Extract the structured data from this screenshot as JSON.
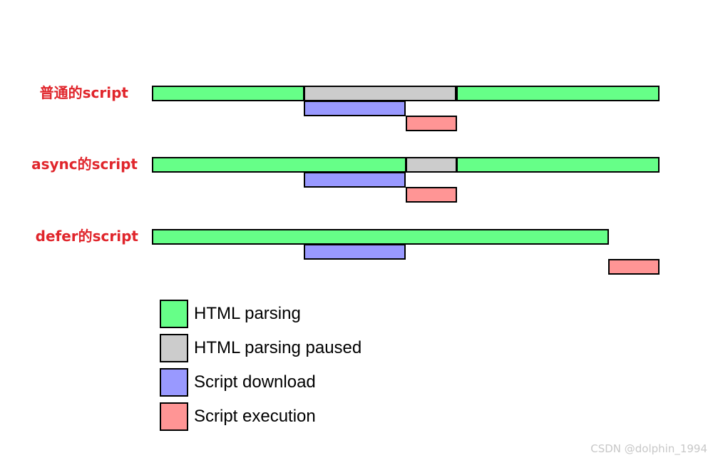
{
  "colors": {
    "parsing": "#66ff88",
    "paused": "#cccccc",
    "download": "#9999ff",
    "execution": "#ff9595",
    "label": "#e0252b"
  },
  "rows": [
    {
      "label": "普通的script",
      "segments": [
        {
          "kind": "parsing",
          "from": 0,
          "to": 3
        },
        {
          "kind": "paused",
          "from": 3,
          "to": 6
        },
        {
          "kind": "parsing",
          "from": 6,
          "to": 10
        },
        {
          "kind": "download",
          "from": 3,
          "to": 5
        },
        {
          "kind": "execution",
          "from": 5,
          "to": 6
        }
      ]
    },
    {
      "label": "async的script",
      "segments": [
        {
          "kind": "parsing",
          "from": 0,
          "to": 5
        },
        {
          "kind": "paused",
          "from": 5,
          "to": 6
        },
        {
          "kind": "parsing",
          "from": 6,
          "to": 10
        },
        {
          "kind": "download",
          "from": 3,
          "to": 5
        },
        {
          "kind": "execution",
          "from": 5,
          "to": 6
        }
      ]
    },
    {
      "label": "defer的script",
      "segments": [
        {
          "kind": "parsing",
          "from": 0,
          "to": 9
        },
        {
          "kind": "download",
          "from": 3,
          "to": 5
        },
        {
          "kind": "execution",
          "from": 9,
          "to": 10
        }
      ]
    }
  ],
  "legend": [
    {
      "kind": "parsing",
      "label": "HTML parsing"
    },
    {
      "kind": "paused",
      "label": "HTML parsing paused"
    },
    {
      "kind": "download",
      "label": "Script download"
    },
    {
      "kind": "execution",
      "label": "Script execution"
    }
  ],
  "watermark": "CSDN @dolphin_1994"
}
